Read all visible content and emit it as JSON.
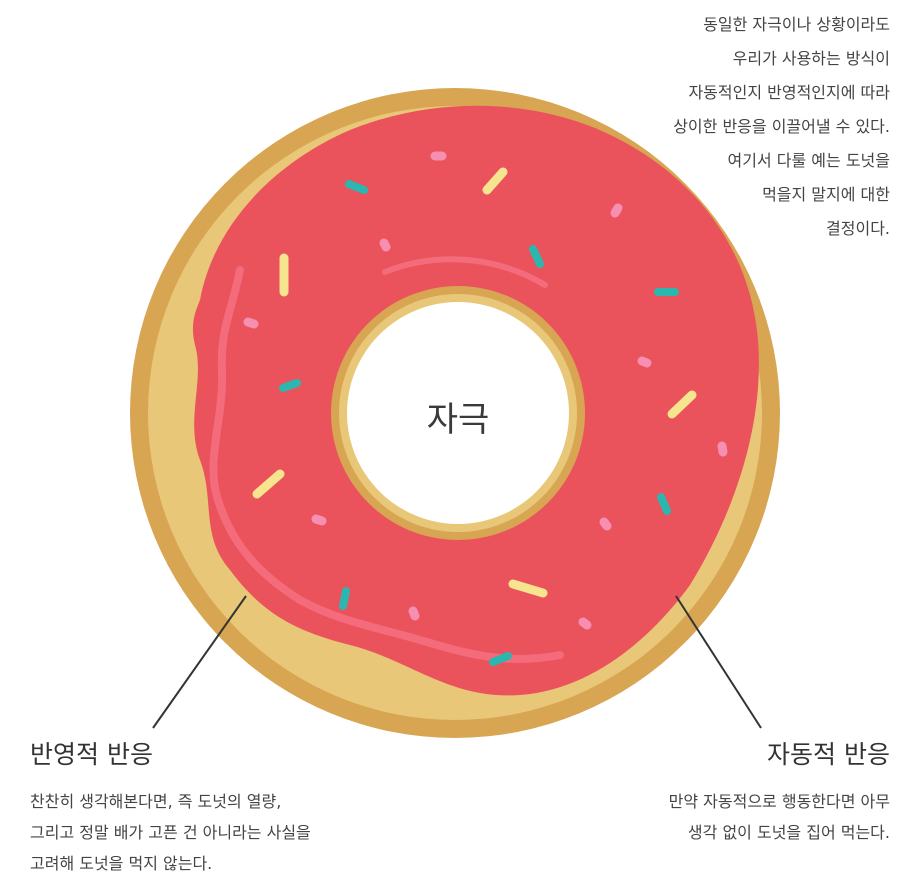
{
  "intro_lines": [
    "동일한 자극이나 상황이라도",
    "우리가 사용하는 방식이",
    "자동적인지 반영적인지에 따라",
    "상이한 반응을 이끌어낼 수 있다.",
    "여기서 다룰 예는 도넛을",
    "먹을지 말지에 대한",
    "결정이다."
  ],
  "center_label": "자극",
  "reflective": {
    "title": "반영적 반응",
    "lines": [
      "찬찬히 생각해본다면, 즉 도넛의 열량,",
      "그리고 정말 배가 고픈 건 아니라는 사실을",
      "고려해 도넛을 먹지 않는다."
    ]
  },
  "automatic": {
    "title": "자동적 반응",
    "lines": [
      "만약 자동적으로 행동한다면 아무",
      "생각 없이 도넛을 집어 먹는다."
    ]
  },
  "colors": {
    "dough_outer": "#d8a552",
    "dough_inner": "#e9c778",
    "icing": "#ea525c",
    "icing_highlight": "#f46b7c",
    "sprinkle_yellow": "#f6e48e",
    "sprinkle_teal": "#2bb7b0",
    "sprinkle_pink": "#f78fb3",
    "line": "#333333"
  },
  "icons": {
    "donut": "donut-illustration"
  }
}
